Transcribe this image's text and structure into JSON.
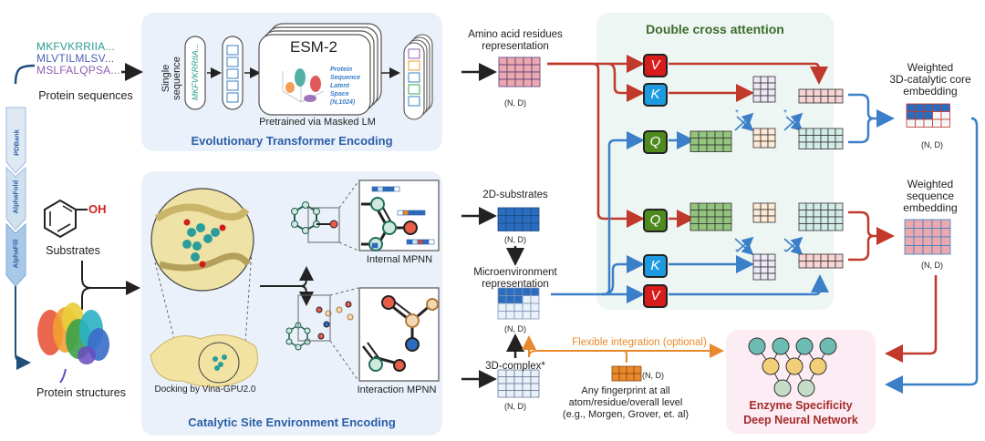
{
  "inputs": {
    "sequences": [
      {
        "text": "MKFVKRRIIA...",
        "color": "#2a9d8f"
      },
      {
        "text": "MLVTILMLSV...",
        "color": "#4a5fb5"
      },
      {
        "text": "MSLFALQPSA...",
        "color": "#8e5fb0"
      }
    ],
    "protein_sequences_label": "Protein sequences",
    "substrates_label": "Substrates",
    "hydroxyl_label": "OH",
    "protein_structures_label": "Protein structures",
    "sources": [
      "PDBank",
      "AlphaFold",
      "AlphaFill"
    ]
  },
  "evolutionary": {
    "title": "Evolutionary Transformer Encoding",
    "single_sequence_label": "Single sequence",
    "sequence_snippet": "MKFVKRRIIA...",
    "model_name": "ESM-2",
    "latent_space_label": [
      "Protein",
      "Sequence",
      "Latent",
      "Space",
      "(N,1024)"
    ],
    "pretrained_label": "Pretrained via Masked LM"
  },
  "catalytic": {
    "title": "Catalytic Site Environment Encoding",
    "docking_label": "Docking by Vina-GPU2.0",
    "internal_mpnn_label": "Internal MPNN",
    "interaction_mpnn_label": "Interaction MPNN"
  },
  "representations": {
    "amino_acid": {
      "label_line1": "Amino acid residues",
      "label_line2": "representation",
      "shape": "(N, D)"
    },
    "substrates_2d": {
      "label": "2D-substrates",
      "shape": "(N, D)"
    },
    "microenvironment": {
      "label_line1": "Microenvironment",
      "label_line2": "representation",
      "shape": "(N, D)"
    },
    "complex_3d": {
      "label": "3D-complex*",
      "shape": "(N, D)"
    },
    "fingerprint": {
      "shape": "(N, D)",
      "line1": "Any fingerprint at all",
      "line2": "atom/residue/overall level",
      "line3": "(e.g., Morgen, Grover, et. al)"
    },
    "flexible_label": "Flexible integration (optional)"
  },
  "attention": {
    "title": "Double cross attention",
    "keys": {
      "V": "V",
      "K": "K",
      "Q": "Q"
    },
    "star": "*",
    "colors": {
      "V": "#d81b1b",
      "K": "#1e9be0",
      "Q": "#4f8a1e",
      "red_flow": "#c0392b",
      "blue_flow": "#3a7fc8",
      "orange_flow": "#e8892b"
    }
  },
  "outputs": {
    "catalytic_core": {
      "line1": "Weighted",
      "line2": "3D-catalytic core",
      "line3": "embedding",
      "shape": "(N, D)"
    },
    "sequence": {
      "line1": "Weighted",
      "line2": "sequence",
      "line3": "embedding",
      "shape": "(N, D)"
    }
  },
  "dnn": {
    "title_line1": "Enzyme Specificity",
    "title_line2": "Deep Neural Network"
  }
}
